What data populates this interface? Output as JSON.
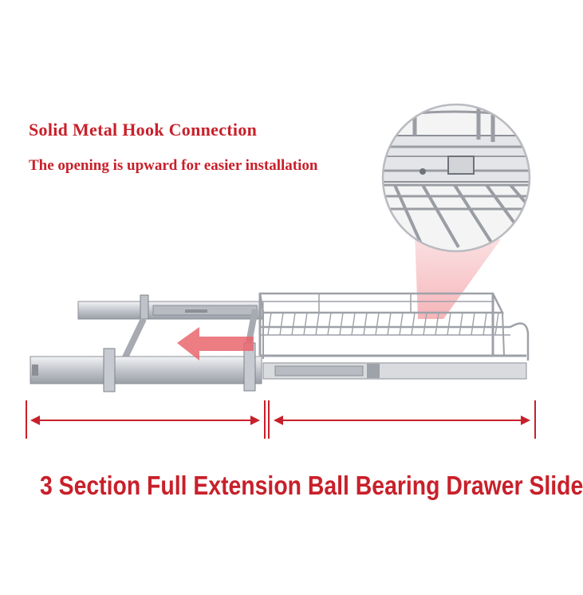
{
  "headline": "Solid Metal Hook Connection",
  "subheadline": "The opening is upward for easier installation",
  "footer_title": "3 Section Full Extension Ball Bearing Drawer Slide",
  "colors": {
    "accent_red": "#c8202a",
    "metal": "#c9cbd0",
    "metal_dark": "#8c8f96"
  }
}
